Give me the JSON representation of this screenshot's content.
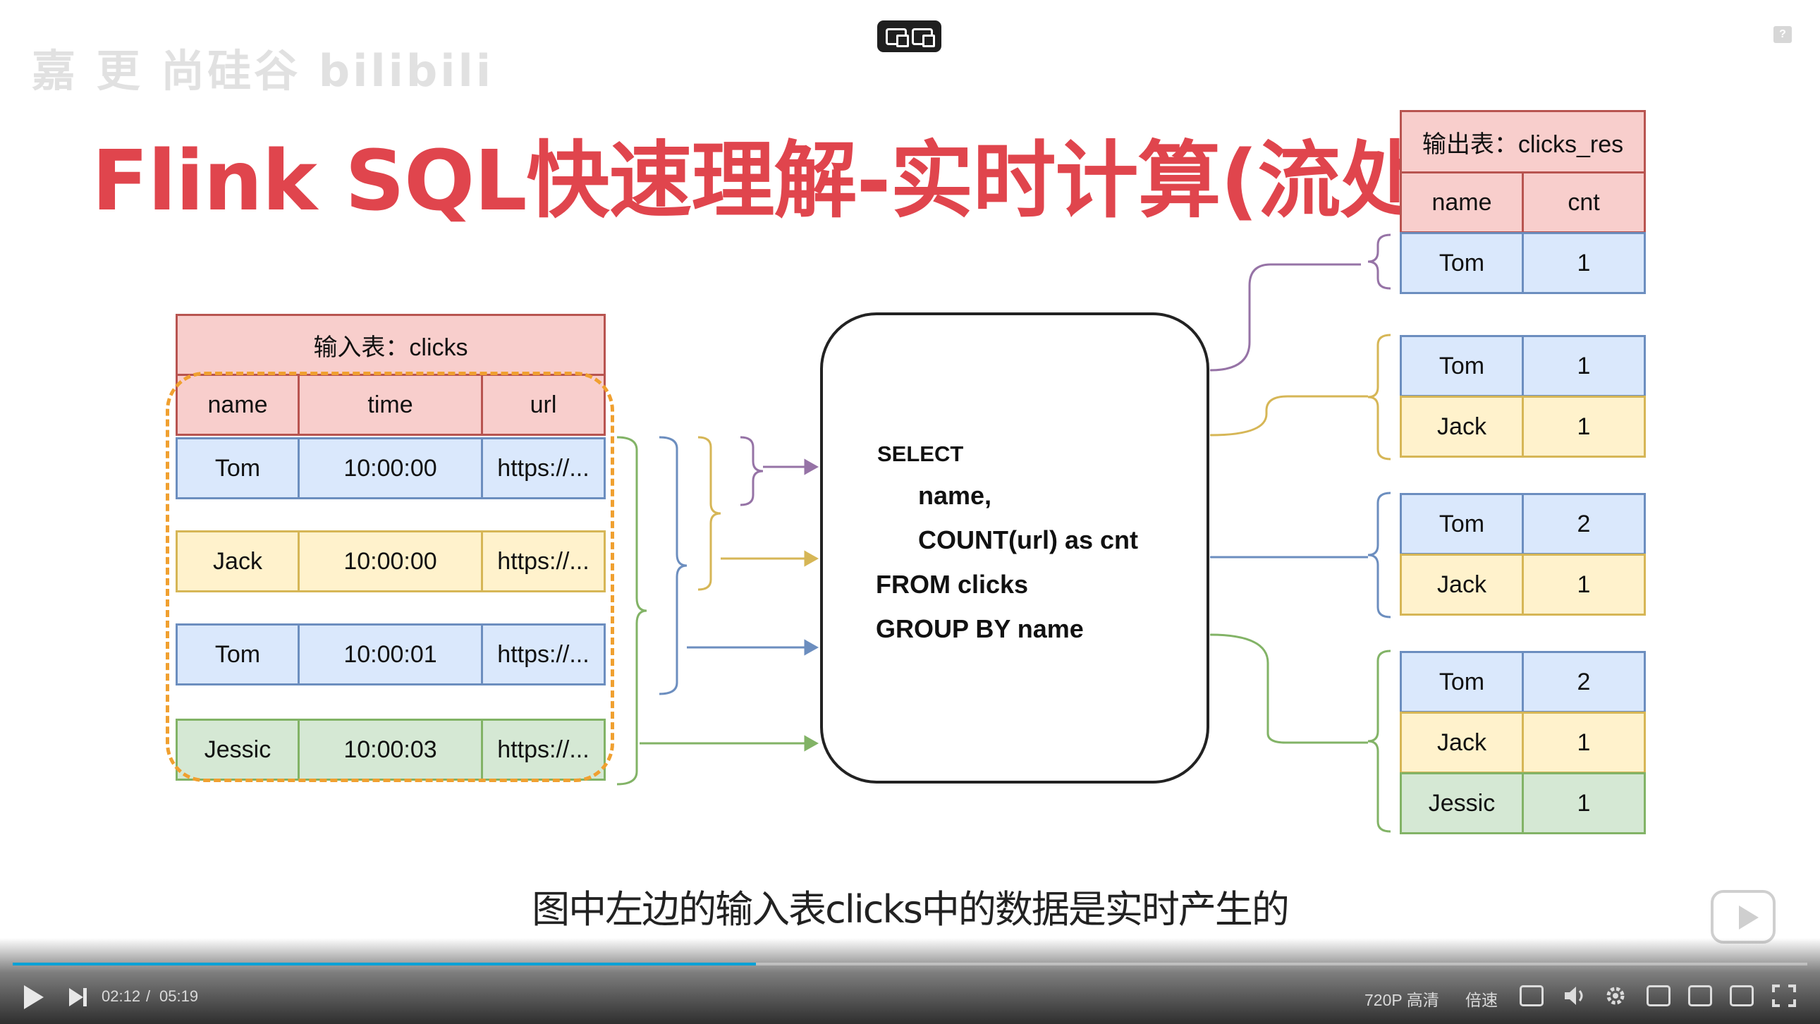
{
  "watermark": "嘉 更  尚硅谷  bilibili",
  "title": "Flink SQL快速理解-实时计算(流处理)",
  "input_table": {
    "title": "输入表：clicks",
    "headers": [
      "name",
      "time",
      "url"
    ],
    "rows": [
      {
        "name": "Tom",
        "time": "10:00:00",
        "url": "https://...",
        "color": "blue"
      },
      {
        "name": "Jack",
        "time": "10:00:00",
        "url": "https://...",
        "color": "yellow"
      },
      {
        "name": "Tom",
        "time": "10:00:01",
        "url": "https://...",
        "color": "blue"
      },
      {
        "name": "Jessic",
        "time": "10:00:03",
        "url": "https://...",
        "color": "green"
      }
    ]
  },
  "sql": {
    "line1": "SELECT",
    "line2": "name,",
    "line3": "COUNT(url) as cnt",
    "line4": "FROM clicks",
    "line5": "GROUP BY name"
  },
  "output_table": {
    "title": "输出表：clicks_res",
    "headers": [
      "name",
      "cnt"
    ],
    "groups": [
      [
        {
          "name": "Tom",
          "cnt": "1",
          "color": "blue"
        }
      ],
      [
        {
          "name": "Tom",
          "cnt": "1",
          "color": "blue"
        },
        {
          "name": "Jack",
          "cnt": "1",
          "color": "yellow"
        }
      ],
      [
        {
          "name": "Tom",
          "cnt": "2",
          "color": "blue"
        },
        {
          "name": "Jack",
          "cnt": "1",
          "color": "yellow"
        }
      ],
      [
        {
          "name": "Tom",
          "cnt": "2",
          "color": "blue"
        },
        {
          "name": "Jack",
          "cnt": "1",
          "color": "yellow"
        },
        {
          "name": "Jessic",
          "cnt": "1",
          "color": "green"
        }
      ]
    ]
  },
  "colors": {
    "title_red": "#e0454d",
    "header_fill": "#f8cecc",
    "blue_fill": "#dae8fc",
    "yellow_fill": "#fff2cc",
    "green_fill": "#d5e8d4",
    "purple_line": "#9673a6",
    "yellow_line": "#d6b656",
    "blue_line": "#6c8ebf",
    "green_line": "#82b366",
    "progress": "#00a1d6"
  },
  "subtitle": "图中左边的输入表clicks中的数据是实时产生的",
  "player": {
    "current_time": "02:12",
    "separator": "/",
    "duration": "05:19",
    "progress_fraction": 0.414,
    "quality": "720P 高清",
    "speed": "倍速",
    "icons": [
      "play-icon",
      "next-icon",
      "subtitle-off-icon",
      "volume-icon",
      "settings-icon",
      "pip-icon",
      "widescreen-icon",
      "web-fullscreen-icon",
      "fullscreen-icon"
    ]
  }
}
